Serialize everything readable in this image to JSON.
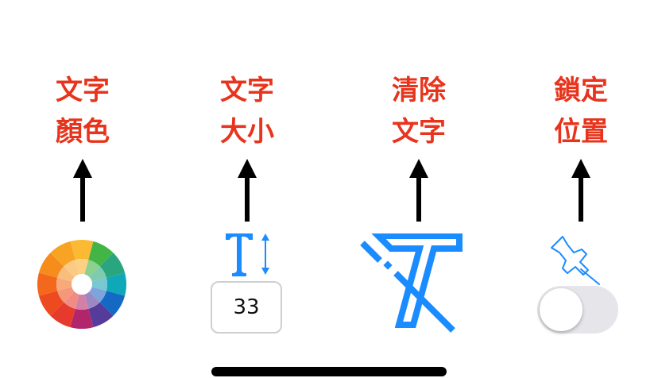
{
  "labels": {
    "text_color": {
      "line1": "文字",
      "line2": "顏色"
    },
    "text_size": {
      "line1": "文字",
      "line2": "大小"
    },
    "clear_text": {
      "line1": "清除",
      "line2": "文字"
    },
    "lock_position": {
      "line1": "鎖定",
      "line2": "位置"
    }
  },
  "controls": {
    "font_size_value": "33",
    "lock_toggle_on": false
  },
  "icons": {
    "color_wheel": "color-wheel-icon",
    "text_size": "text-size-icon",
    "clear_text": "clear-text-icon",
    "pin": "pin-icon",
    "arrow": "up-arrow-icon"
  },
  "colors": {
    "label": "#e8341c",
    "accent_blue": "#1a8cff",
    "toggle_off": "#e6e6ea"
  }
}
